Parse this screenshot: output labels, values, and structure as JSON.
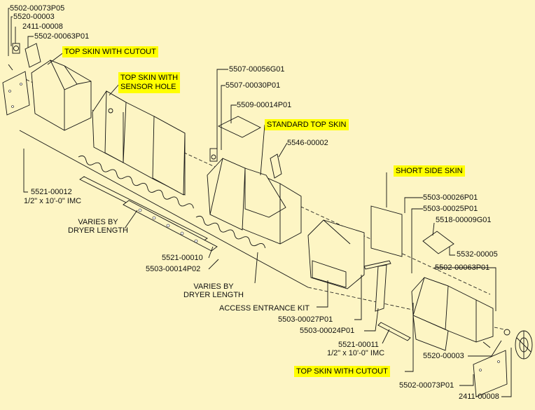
{
  "callouts": {
    "p_5502_00073P05": "5502-00073P05",
    "p_5520_00003_top": "5520-00003",
    "p_2411_00008_top": "2411-00008",
    "p_5502_00063P01_top": "5502-00063P01",
    "top_skin_cutout_top": "TOP SKIN WITH CUTOUT",
    "top_skin_sensor_l1": "TOP SKIN WITH",
    "top_skin_sensor_l2": "SENSOR HOLE",
    "p_5507_00056G01": "5507-00056G01",
    "p_5507_00030P01": "5507-00030P01",
    "p_5509_00014P01": "5509-00014P01",
    "standard_top_skin": "STANDARD TOP SKIN",
    "p_5546_00002": "5546-00002",
    "short_side_skin": "SHORT SIDE SKIN",
    "p_5521_00012": "5521-00012",
    "p_5521_00012_desc": "1/2\" x 10'-0\" IMC",
    "varies_1_l1": "VARIES BY",
    "varies_1_l2": "DRYER LENGTH",
    "p_5503_00026P01": "5503-00026P01",
    "p_5503_00025P01": "5503-00025P01",
    "p_5518_00009G01": "5518-00009G01",
    "p_5521_00010": "5521-00010",
    "p_5503_00014P02": "5503-00014P02",
    "p_5532_00005": "5532-00005",
    "p_5502_00063P01_bot": "5502-00063P01",
    "varies_2_l1": "VARIES BY",
    "varies_2_l2": "DRYER LENGTH",
    "access_entrance_kit": "ACCESS ENTRANCE KIT",
    "p_5503_00027P01": "5503-00027P01",
    "p_5503_00024P01": "5503-00024P01",
    "p_5521_00011": "5521-00011",
    "p_5521_00011_desc": "1/2\" x 10'-0\" IMC",
    "p_5520_00003_bot": "5520-00003",
    "top_skin_cutout_bot": "TOP SKIN WITH CUTOUT",
    "p_5502_00073P01": "5502-00073P01",
    "p_2411_00008_bot": "2411-00008"
  },
  "colors": {
    "background": "#fdf5c4",
    "highlight": "#ffff00",
    "line": "#111111"
  }
}
